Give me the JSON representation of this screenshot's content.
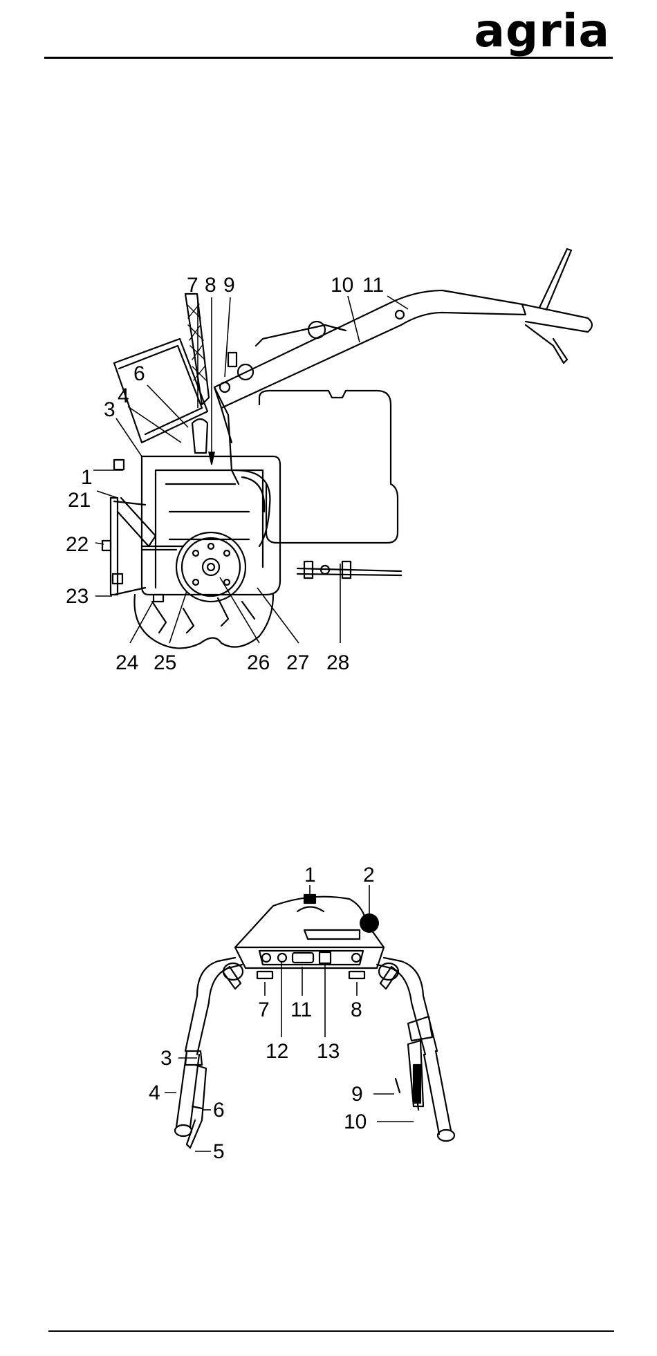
{
  "header": {
    "logo_text": "agria"
  },
  "figure1": {
    "callouts": [
      {
        "id": "c7",
        "text": "7"
      },
      {
        "id": "c8",
        "text": "8"
      },
      {
        "id": "c9",
        "text": "9"
      },
      {
        "id": "c10",
        "text": "10"
      },
      {
        "id": "c11",
        "text": "11"
      },
      {
        "id": "c6",
        "text": "6"
      },
      {
        "id": "c4",
        "text": "4"
      },
      {
        "id": "c3",
        "text": "3"
      },
      {
        "id": "c1",
        "text": "1"
      },
      {
        "id": "c21",
        "text": "21"
      },
      {
        "id": "c22",
        "text": "22"
      },
      {
        "id": "c23",
        "text": "23"
      },
      {
        "id": "c24",
        "text": "24"
      },
      {
        "id": "c25",
        "text": "25"
      },
      {
        "id": "c26",
        "text": "26"
      },
      {
        "id": "c27",
        "text": "27"
      },
      {
        "id": "c28",
        "text": "28"
      }
    ]
  },
  "figure2": {
    "callouts": [
      {
        "id": "d1",
        "text": "1"
      },
      {
        "id": "d2",
        "text": "2"
      },
      {
        "id": "d7",
        "text": "7"
      },
      {
        "id": "d11",
        "text": "11"
      },
      {
        "id": "d8",
        "text": "8"
      },
      {
        "id": "d12",
        "text": "12"
      },
      {
        "id": "d13",
        "text": "13"
      },
      {
        "id": "d3",
        "text": "3"
      },
      {
        "id": "d4",
        "text": "4"
      },
      {
        "id": "d6",
        "text": "6"
      },
      {
        "id": "d5",
        "text": "5"
      },
      {
        "id": "d9",
        "text": "9"
      },
      {
        "id": "d10",
        "text": "10"
      }
    ]
  }
}
